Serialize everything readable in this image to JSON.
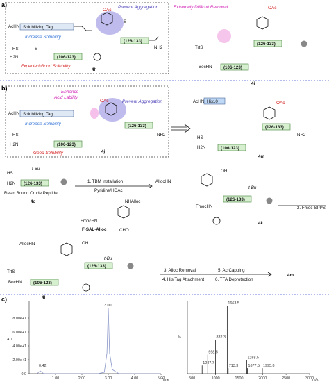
{
  "panels": {
    "a": "a)",
    "b": "b)",
    "c": "c)"
  },
  "a": {
    "acHN": "AcHN",
    "solubilizing_tag": "Solubilizing Tag",
    "increase_solubility": "Increase Solubility",
    "prevent_aggregation": "Prevent Aggregation",
    "oac": "OAc",
    "seg_126_133": "(126-133)",
    "seg_106_123": "(106-123)",
    "nh2": "NH2",
    "hs": "HS",
    "h2n": "H2N",
    "s": "S",
    "expected_good_solubility": "Expected Good Solubility",
    "compound_4h": "4h",
    "extremely_difficult_removal": "Extremely Difficult Removal",
    "trts": "TrtS",
    "bochn": "BocHN",
    "compound_4i": "4i"
  },
  "b": {
    "enhance": "Enhance",
    "acid_lability": "Acid Lability",
    "prevent_aggregation": "Prevent Aggregation",
    "solubilizing_tag": "Solubilizing Tag",
    "increase_solubility": "Increase Solubility",
    "good_solubility": "Good Solubility",
    "compound_4j": "4j",
    "his10": "His10",
    "compound_4m": "4m"
  },
  "synthesis": {
    "tbu": "t-Bu",
    "resin_bound": "Resin Bound Crude Peptide",
    "compound_4c": "4c",
    "step1": "1. TBM Installation",
    "step1b": "Pyridine/HOAc",
    "nhalloc": "NHAlloc",
    "fmochn": "FmocHN",
    "cho": "CHO",
    "f_sal_alloc": "F-SAL-Alloc",
    "allochn": "AllocHN",
    "oh": "OH",
    "compound_4k": "4k",
    "step2": "2. Fmoc-SPPS",
    "compound_4l": "4l",
    "step3": "3. Alloc Removal",
    "step4": "4. His Tag Attachment",
    "step5": "5. Ac Capping",
    "step6": "6. TFA Deprotection",
    "compound_4m": "4m"
  },
  "hplc": {
    "ylabel": "AU",
    "y_ticks": [
      "8.00e+1",
      "6.00e+1",
      "4.00e+1",
      "2.00e+1",
      "0.0"
    ],
    "x_ticks": [
      "1.00",
      "2.00",
      "3.00",
      "4.00",
      "5.00"
    ],
    "xlabel": "Time",
    "peak_main": "3.00",
    "peak_small": "0.42"
  },
  "ms": {
    "ylabel": "%",
    "x_ticks": [
      "500",
      "1000",
      "1500",
      "2000",
      "2500",
      "3000"
    ],
    "xlabel": "m/z",
    "peaks": [
      "1247.7",
      "998.5",
      "832.3",
      "1663.5",
      "713.3",
      "1268.5",
      "1677.5",
      "1995.8"
    ]
  },
  "chart_data": [
    {
      "type": "line",
      "title": "",
      "xlabel": "Time",
      "ylabel": "AU",
      "xlim": [
        0,
        5
      ],
      "ylim": [
        0,
        100
      ],
      "series": [
        {
          "x": [
            0.3,
            0.42,
            0.55,
            2.6,
            2.85,
            2.95,
            3.0,
            3.05,
            3.15,
            3.4,
            5.0
          ],
          "values": [
            0,
            4,
            0,
            0,
            2,
            30,
            95,
            30,
            6,
            0,
            0
          ]
        }
      ],
      "annotations": [
        "3.00",
        "0.42"
      ]
    },
    {
      "type": "bar",
      "title": "",
      "xlabel": "m/z",
      "ylabel": "%",
      "xlim": [
        400,
        3000
      ],
      "ylim": [
        0,
        100
      ],
      "x": [
        713.3,
        832.3,
        998.5,
        1247.7,
        1268.5,
        1663.5,
        1677.5,
        1995.8
      ],
      "values": [
        12,
        28,
        50,
        100,
        8,
        20,
        8,
        8
      ]
    }
  ]
}
